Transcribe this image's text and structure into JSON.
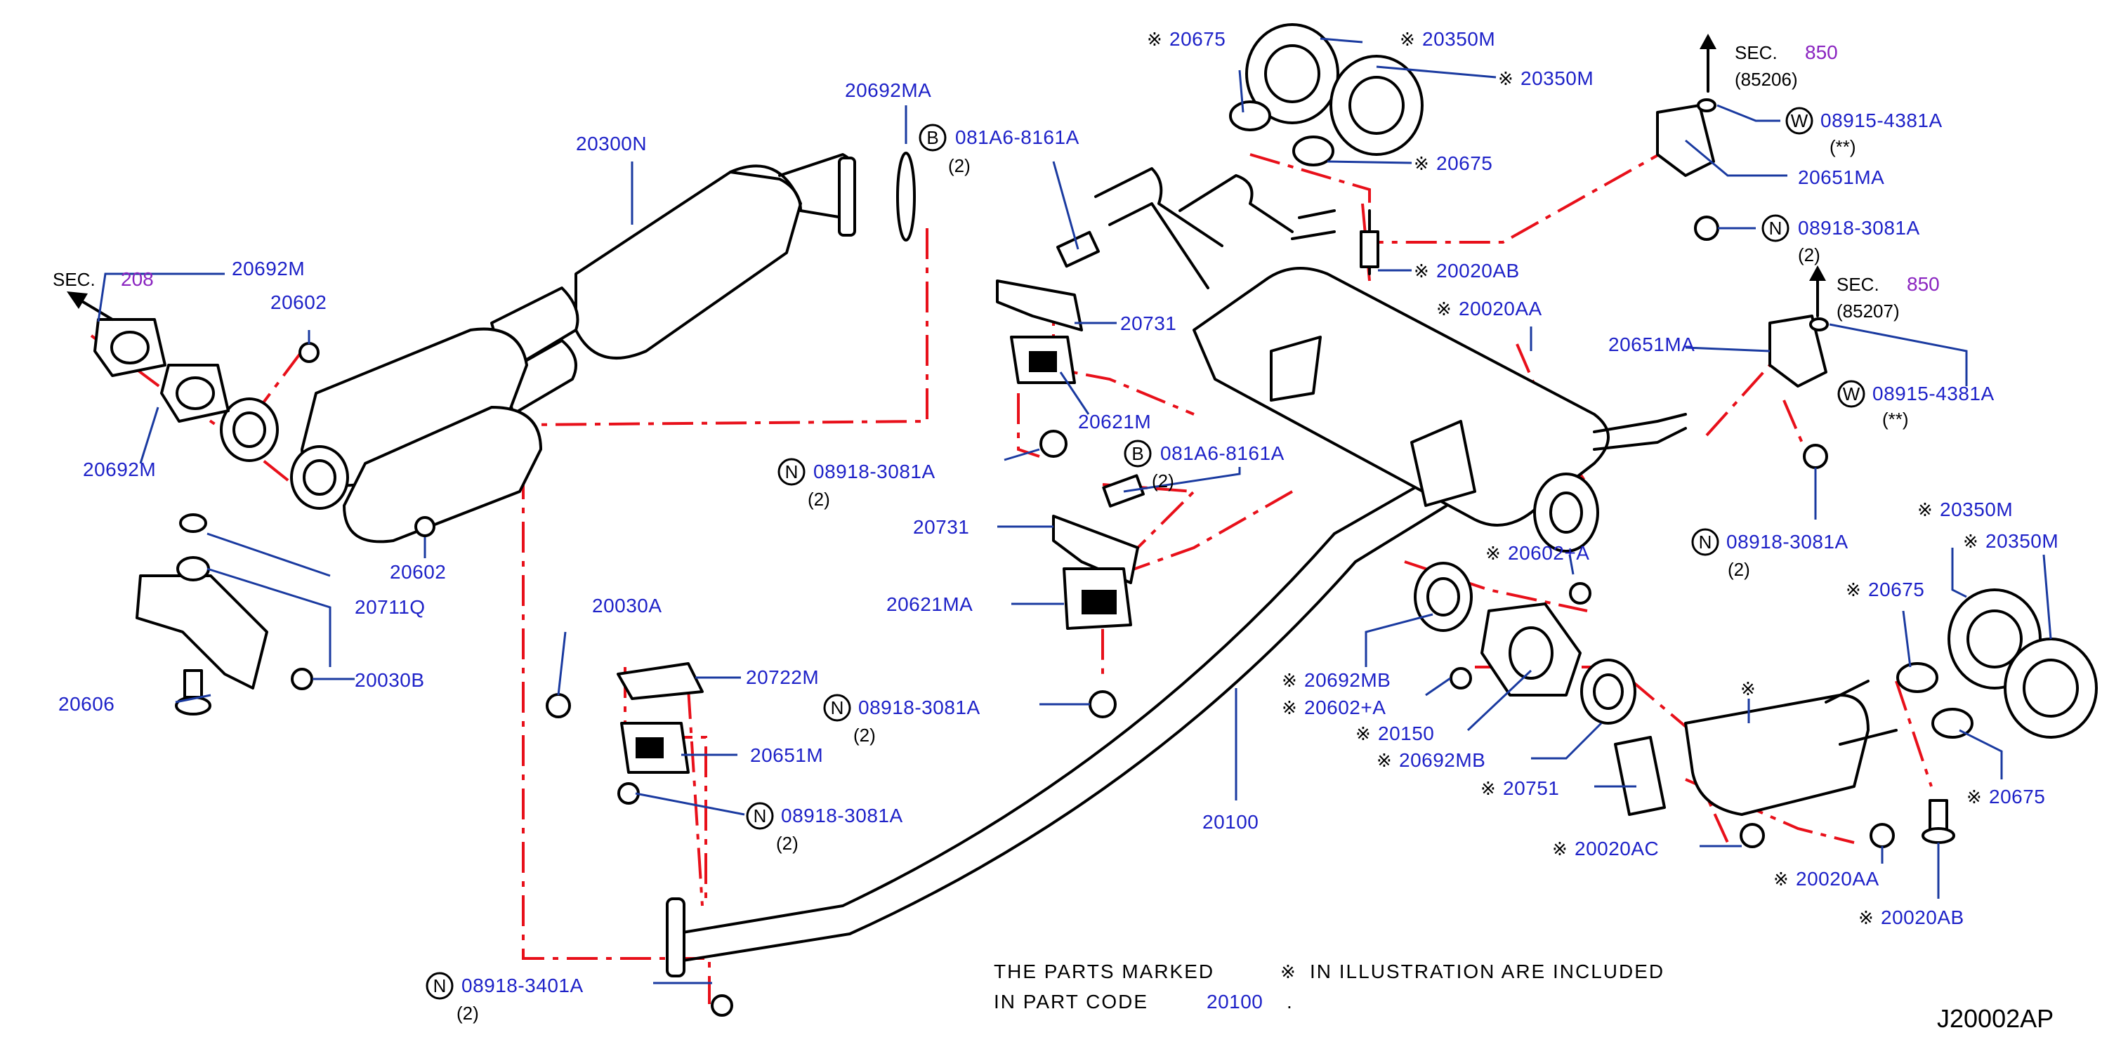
{
  "diagram_code": "J20002AP",
  "note": {
    "line1_pre": "THE  PARTS  MARKED",
    "symbol": "※",
    "line1_post": "IN  ILLUSTRATION  ARE  INCLUDED",
    "line2_pre": "IN  PART  CODE",
    "part_code": "20100",
    "line2_post": "."
  },
  "sections": {
    "sec_left": {
      "label": "SEC.",
      "number": "208"
    },
    "sec_top_right": {
      "label": "SEC.",
      "number": "850",
      "sub": "(85206)"
    },
    "sec_mid_right": {
      "label": "SEC.",
      "number": "850",
      "sub": "(85207)"
    }
  },
  "symbols": {
    "N": "N",
    "B": "B",
    "W": "W",
    "mark": "※"
  },
  "labels": {
    "p20692MA": "20692MA",
    "p20300N": "20300N",
    "p20692M_top": "20692M",
    "p20602_top": "20602",
    "p20692M_bot": "20692M",
    "p20602_bot": "20602",
    "p20711Q": "20711Q",
    "p20606": "20606",
    "p20030B": "20030B",
    "b081A6_top": "081A6-8161A",
    "b081A6_top_qty": "(2)",
    "p20731_top": "20731",
    "p20621M": "20621M",
    "n08918_left": "08918-3081A",
    "n08918_left_qty": "(2)",
    "b081A6_mid": "081A6-8161A",
    "b081A6_mid_qty": "(2)",
    "p20731_mid": "20731",
    "p20621MA": "20621MA",
    "p20030A": "20030A",
    "p20722M": "20722M",
    "n08918_mid": "08918-3081A",
    "n08918_mid_qty": "(2)",
    "p20651M": "20651M",
    "n08918_low": "08918-3081A",
    "n08918_low_qty": "(2)",
    "n08918_3401A": "08918-3401A",
    "n08918_3401A_qty": "(2)",
    "p20675_top1": "20675",
    "p20350M_top1": "20350M",
    "p20350M_top2": "20350M",
    "p20675_top2": "20675",
    "p20020AB_top": "20020AB",
    "p20020AA_top": "20020AA",
    "w08915_top": "08915-4381A",
    "w08915_top_qty": "(**)",
    "p20651MA_top": "20651MA",
    "n08918_tr": "08918-3081A",
    "n08918_tr_qty": "(2)",
    "p20651MA_mid": "20651MA",
    "w08915_mid": "08915-4381A",
    "w08915_mid_qty": "(**)",
    "n08918_mr": "08918-3081A",
    "n08918_mr_qty": "(2)",
    "p20602A_top": "20602+A",
    "p20692MB_top": "20692MB",
    "p20602A_bot": "20602+A",
    "p20150": "20150",
    "p20692MB_bot": "20692MB",
    "p20751": "20751",
    "p20100": "20100",
    "p20020AC": "20020AC",
    "p20020AA_bot": "20020AA",
    "p20020AB_bot": "20020AB",
    "p20350M_br1": "20350M",
    "p20350M_br2": "20350M",
    "p20675_br1": "20675",
    "p20675_br2": "20675"
  }
}
